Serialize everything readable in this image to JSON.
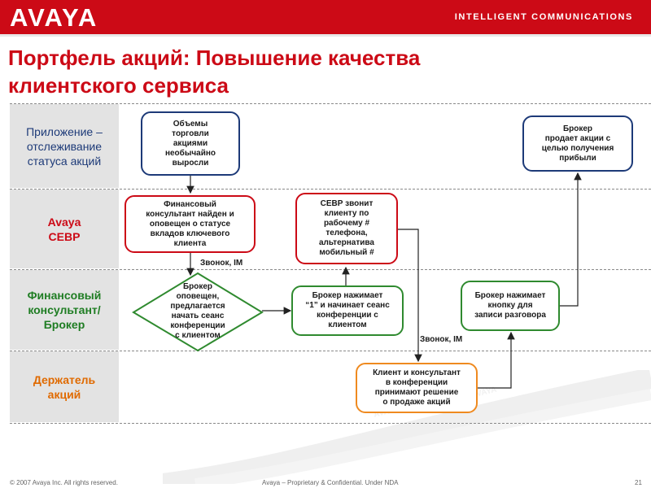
{
  "header": {
    "logo": "AVAYA",
    "tagline": "INTELLIGENT COMMUNICATIONS",
    "brand_color": "#cc0a16"
  },
  "title": "Портфель акций: Повышение качества клиентского сервиса",
  "lanes": [
    {
      "label": "Приложение –\nотслеживание\nстатуса акций",
      "color": "#1d3a78"
    },
    {
      "label": "Avaya\nСЕВР",
      "color": "#cc0a16"
    },
    {
      "label": "Финансовый\nконсультант/\nБрокер",
      "color": "#1f7d23"
    },
    {
      "label": "Держатель\nакций",
      "color": "#e06a00"
    }
  ],
  "nodes": {
    "volumes": "Объемы\nторговли\nакциями\nнеобычайно\nвыросли",
    "consultant_found": "Финансовый\nконсультант найден и\nоповещен о статусе\nвкладов ключевого\nклиента",
    "broker_notified": "Брокер\nоповещен,\nпредлагается\nначать сеанс\nконференции\nс клиентом",
    "broker_presses_1": "Брокер нажимает\n“1” и начинает сеанс\nконференции с\nклиентом",
    "sevr_calls": "СЕВР звонит\nклиенту по\nрабочему #\nтелефона,\nальтернатива\nмобильный #",
    "client_decision": "Клиент и консультант\nв конференции\nпринимают решение\nо продаже акций",
    "broker_record": "Брокер нажимает\nкнопку для\nзаписи разговора",
    "broker_sells": "Брокер\nпродает акции с\nцелью получения\nприбыли"
  },
  "edge_labels": {
    "call_im_1": "Звонок, IM",
    "call_im_2": "Звонок, IM"
  },
  "swoosh_text": "AVAYA",
  "footer": {
    "copyright": "© 2007 Avaya Inc. All rights reserved.",
    "confidential": "Avaya – Proprietary & Confidential. Under NDA",
    "page": "21"
  }
}
